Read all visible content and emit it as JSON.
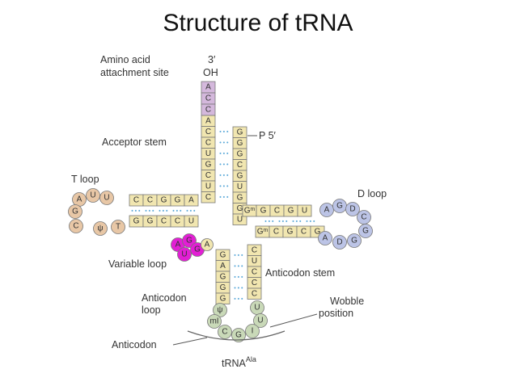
{
  "title": "Structure of tRNA",
  "labels": {
    "amino_line1": "Amino acid",
    "amino_line2": "attachment site",
    "three_prime": "3′",
    "oh": "OH",
    "five_prime": "P  5′",
    "acceptor_stem": "Acceptor stem",
    "t_loop": "T loop",
    "d_loop": "D loop",
    "variable_loop": "Variable loop",
    "anticodon_stem": "Anticodon stem",
    "anticodon_loop_line1": "Anticodon",
    "anticodon_loop_line2": "loop",
    "wobble_line1": "Wobble",
    "wobble_line2": "position",
    "anticodon": "Anticodon",
    "trna": "tRNA",
    "trna_sup": "Ala"
  },
  "colors": {
    "terminal": "#d4b8dc",
    "stem": "#f1e6b0",
    "t_loop": "#e8c7a6",
    "d_loop": "#bcc4e6",
    "variable": "#e21fd4",
    "anticodon_loop": "#c9d9b8",
    "outline": "#777777",
    "pairing": "#5aa8d8"
  },
  "bases": {
    "terminal": [
      "A",
      "C",
      "C"
    ],
    "acceptor_left": [
      "A",
      "C",
      "C",
      "U",
      "G",
      "C",
      "U",
      "C"
    ],
    "acceptor_right": [
      "G",
      "G",
      "G",
      "C",
      "G",
      "U",
      "G",
      "G",
      "U"
    ],
    "t_stem_top": [
      "C",
      "C",
      "G",
      "G",
      "A"
    ],
    "t_stem_bottom": [
      "G",
      "G",
      "C",
      "C",
      "U"
    ],
    "t_loop": [
      "A",
      "U",
      "U",
      "G",
      "C",
      "ψ",
      "T"
    ],
    "d_stem_top": [
      "Gᵐ",
      "G",
      "C",
      "G",
      "U"
    ],
    "d_stem_bottom": [
      "Gᵐ",
      "C",
      "G",
      "C",
      "G"
    ],
    "d_loop": [
      "A",
      "G",
      "D",
      "C",
      "G",
      "G",
      "D",
      "A"
    ],
    "variable": [
      "A",
      "G",
      "G",
      "U"
    ],
    "variable_junction": "A",
    "anticodon_stem_left": [
      "G",
      "A",
      "G",
      "G",
      "G"
    ],
    "anticodon_stem_right": [
      "C",
      "U",
      "C",
      "C",
      "C"
    ],
    "anticodon_loop_left": [
      "ψ",
      "mI"
    ],
    "anticodon_loop_right": [
      "U",
      "U",
      "I"
    ],
    "anticodon_bases": [
      "C",
      "G"
    ]
  }
}
